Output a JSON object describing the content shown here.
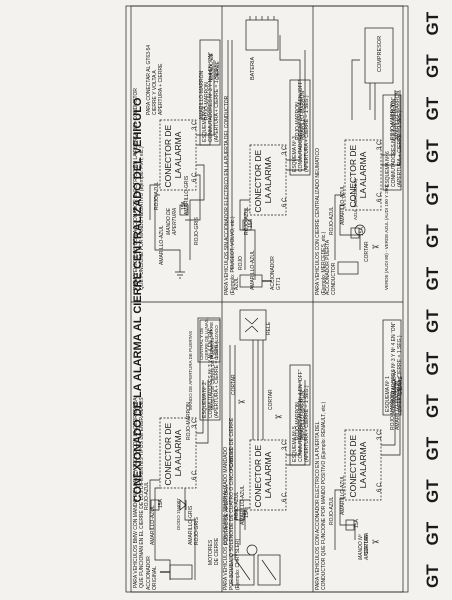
{
  "title": "CONEXIONADO DE LA ALARMA AL CIERRE CENTRALIZADO DEL VEHICULO",
  "gt": "GT",
  "common": {
    "connector": [
      "CONECTOR DE",
      "LA ALARMA"
    ],
    "c3": "3 C",
    "c6": "6 C",
    "rojo_azul": "ROJO-AZUL",
    "amarillo_azul": "AMARILLO-AZUL",
    "amarillo_gris": "AMARILLO-GRIS",
    "rojo_gris": "ROJO-GRIS",
    "rojo_marron": "ROJO-MARRON",
    "amarillo_marron": "AMARILLO-MARRON",
    "fuse": "15A",
    "cortar": "CORTAR"
  },
  "panels": {
    "p1": {
      "heading": "ESQUEMA Nº 1",
      "spec": [
        "CONMUTADORES Nº 3 Y Nº 4 EN \"ON\"",
        "(APERTURA + CIERRE = 1 SEG.)"
      ],
      "note": [
        "PARA VEHICULOS CON ACCIONADOR ELECTRICO EN LA PUERTA DEL",
        "CONDUCTOR QUE FUNCIONE POR MANDO POSITIVO (Ejemplo: RENAULT, etc.)"
      ],
      "accionador": [
        "ACCIONADOR",
        "ORIGINAL"
      ],
      "mando": [
        "MANDO Nº",
        "APERTURA"
      ],
      "mando2": [
        "MANDO Nº",
        "CIERRE"
      ]
    },
    "p2": {
      "heading": "ESQUEMA Nº 2",
      "spec": [
        "CONMUTADORES Nº 3 Y Nº 4 EN \"ON\"",
        "(APERTURA + CIERRE = 1 SEG.)"
      ],
      "note": [
        "PARA VEHICULOS BMW CON MANDO DE LLAVE Y TECHO CON LA CERRADURA",
        "QUE FUNCIONAN EN EL CIERRE DE LOS DIFERENTES TIPOS DE ENGRANAJES"
      ],
      "mando_ap": "MANDO DE APERTURA DE PUERTAS",
      "mando_ci": "MANDO DE CIERRE DE PUERTAS",
      "central": [
        "CENTRAL Y DE",
        "CIERRE DE LUNAS,",
        "TECHO Y CIERRE",
        "CENTRALIZADO"
      ],
      "diodo": "DIODO 1N4007",
      "accionador": [
        "ACCIONADOR",
        "ORIGINAL"
      ]
    },
    "p3": {
      "heading": "ESQUEMA Nº 3",
      "spec": [
        "CONMUTADORES Nº 3 Y Nº 4 EN \"OFF\"",
        "(APERTURA + CIERRE = 1 SEG.)"
      ],
      "note": [
        "PARA VEHICULOS SIN ACCIONADOR ELECTRICO EN LA PUERTA DEL CONDUCTOR",
        "(Ejemplo: PEUGEOT, VOLVO, etc.)"
      ],
      "accionador": [
        "ACCIONADOR",
        "GT71"
      ],
      "bateria": "BATERIA",
      "azul": "AZUL",
      "rojo": "ROJO"
    },
    "p4": {
      "heading": "ESQUEMA Nº 4",
      "spec": [
        "CONMUTADORES Nº 3 Y Nº 4 EN \"ON\"",
        "(APERTURA + CIERRE = 1 SEG.)"
      ],
      "note": [
        "PARA VEHICULOS CON ACCIONADOR ELECTRICO EN LA PUERTA DEL CONDUCTOR",
        "QUE FUNCIONE POR MANDO NEGATIVO (Ejemplo: FIAT, etc.)"
      ],
      "mando": [
        "MANDO DE",
        "APERTURA"
      ],
      "mando2": [
        "MANDO DE",
        "CIERRE"
      ],
      "conectar": [
        "PARA CONECTAR AL GT63-54",
        "CIERRE Y VOLTA A",
        "APERTURA + CIERRE"
      ]
    },
    "p5": {
      "heading": "ESQUEMA Nº 5",
      "spec": [
        "CONMUTADORES Nº 3 Y Nº 4 EN \"OFF\"",
        "(APERTURA + CIERRE = 1 SEG.)"
      ],
      "note": [
        "PARA VEHICULOS CON CIERRE CENTRALIZADO MANDADO",
        "POR BOMBA, O SOLENOIDE DE CUATRO O CINCO CABLES",
        "(Ejemplo: CHRYSLER)"
      ],
      "motores": [
        "MOTORES",
        "DE CIERRE"
      ],
      "positivo_cierre": "POSITIVO DE CIERRE",
      "positivo_ap": "POSITIVO DE APERTURA",
      "rele": "RELE"
    },
    "p6": {
      "heading": "ESQUEMA Nº 6",
      "spec": [
        "CONMUTADORES Nº 3 Y Nº 4 EN \"ON\"",
        "(APERTURA + CIERRE = 1 SEG.)"
      ],
      "note": [
        "PARA VEHICULOS CON CIERRE CENTRALIZADO NEUMATICO",
        "(Ejemplo: MERCEDES, etc.)"
      ],
      "compresor": "COMPRESOR",
      "accionador": [
        "ACCIONADOR PUERTA",
        "CONDUCTOR"
      ],
      "azul_merc": "AZUL (MERCEDES)",
      "verde": "VERDE (AUDI 80) - VERDE AZUL (AUDI 100 Y 200)"
    }
  }
}
